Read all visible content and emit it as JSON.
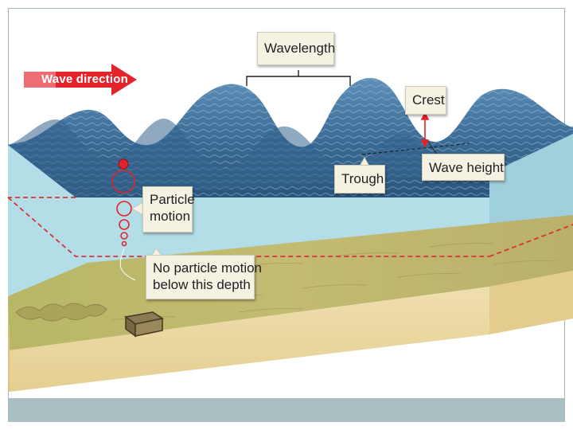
{
  "labels": {
    "wave_direction": "Wave direction",
    "wavelength": "Wavelength",
    "crest": "Crest",
    "trough": "Trough",
    "wave_height": "Wave height",
    "particle_motion": [
      "Particle",
      "motion"
    ],
    "no_particle_motion": [
      "No particle motion",
      "below this depth"
    ]
  },
  "colors": {
    "water": "#bfe3ec",
    "wave_surface": "#3d6f9a",
    "sand": "#e9d9a6",
    "seafloor": "#b9b56a",
    "arrow": "#e3232a",
    "callout_bg": "#f5f2e4",
    "footer": "#a9bfc1"
  }
}
